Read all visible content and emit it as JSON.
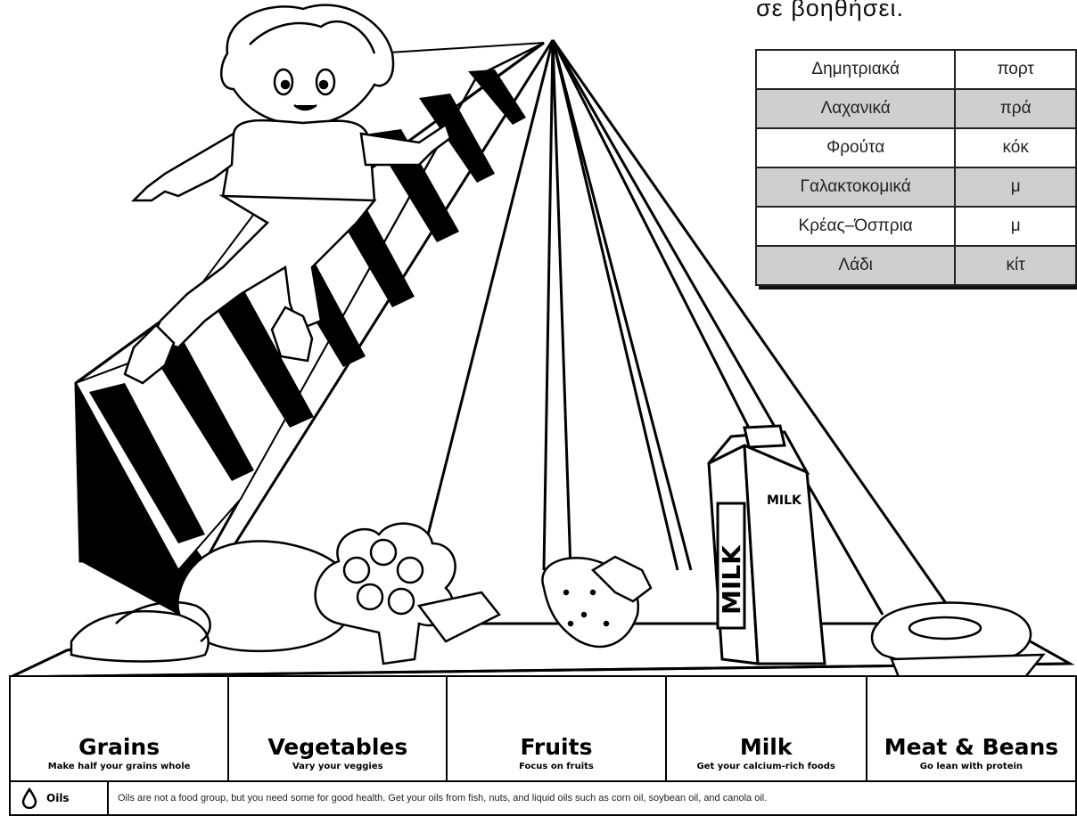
{
  "instruction_fragment": "σε βοηθήσει.",
  "color_table": [
    {
      "group": "Δημητριακά",
      "color": "πορτ"
    },
    {
      "group": "Λαχανικά",
      "color": "πρά"
    },
    {
      "group": "Φρούτα",
      "color": "κόκ"
    },
    {
      "group": "Γαλακτοκομικά",
      "color": "μ"
    },
    {
      "group": "Κρέας–Όσπρια",
      "color": "μ"
    },
    {
      "group": "Λάδι",
      "color": "κίτ"
    }
  ],
  "food_groups": [
    {
      "name": "Grains",
      "tip": "Make half your grains whole"
    },
    {
      "name": "Vegetables",
      "tip": "Vary your veggies"
    },
    {
      "name": "Fruits",
      "tip": "Focus on fruits"
    },
    {
      "name": "Milk",
      "tip": "Get your calcium-rich foods"
    },
    {
      "name": "Meat & Beans",
      "tip": "Go lean with protein"
    }
  ],
  "carton_label": "MILK",
  "oils": {
    "label": "Oils",
    "text": "Oils are not a food group, but you need some for good health. Get your oils from fish, nuts, and liquid oils such as corn oil, soybean oil, and canola oil."
  }
}
